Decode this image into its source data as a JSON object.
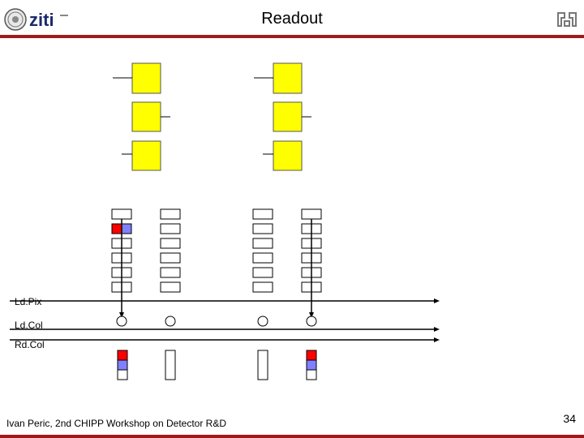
{
  "header": {
    "title": "Readout",
    "logo_text": "ziti"
  },
  "buses": [
    {
      "label": "Ld.Pix"
    },
    {
      "label": "Ld.Col"
    },
    {
      "label": "Rd.Col"
    }
  ],
  "footer": {
    "author": "Ivan Peric, 2nd CHIPP Workshop on Detector R&D",
    "page": "34"
  },
  "colors": {
    "accent": "#a11a1a",
    "pixel": "#ffff00",
    "hit_red": "#ff0000",
    "hit_blue": "#8080ff"
  }
}
